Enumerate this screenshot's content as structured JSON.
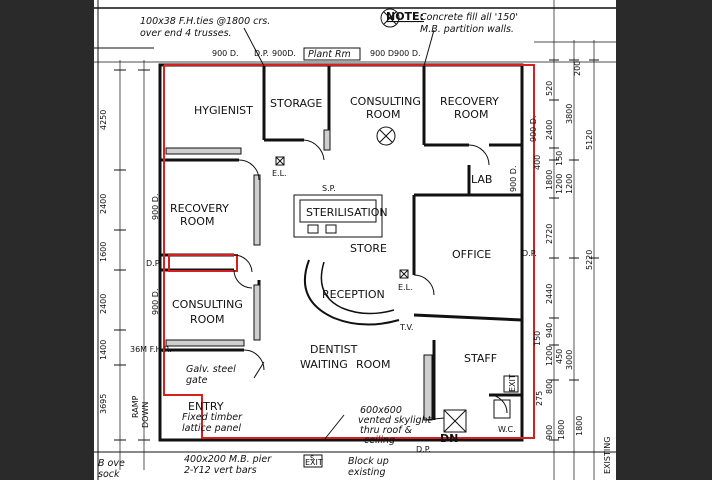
{
  "notes": {
    "ties_line1": "100x38 F.H.ties @1800 crs.",
    "ties_line2": "over end 4 trusses.",
    "note_label": "NOTE:",
    "note_line1": "Concrete fill all '150'",
    "note_line2": "M.B. partition walls.",
    "galv_line1": "Galv. steel",
    "galv_line2": "gate",
    "timber_line1": "Fixed timber",
    "timber_line2": "lattice panel",
    "skylight_line1": "600x600",
    "skylight_line2": "vented skylight",
    "skylight_line3": "thru roof &",
    "skylight_line4": "ceiling",
    "pier_line1": "400x200 M.B. pier",
    "pier_line2": "2-Y12 vert bars",
    "blockup_line1": "Block up",
    "blockup_line2": "existing",
    "dn_label": "DN",
    "ramp_label": "RAMP",
    "down_label": "DOWN",
    "exit_label": "EXIT",
    "exit2_label": "EXIT",
    "ov_label": "B ove",
    "sock_label": "sock",
    "s_label": "s",
    "existing_label": "EXISTING"
  },
  "rooms": {
    "hygienist": "HYGIENIST",
    "storage": "STORAGE",
    "consulting1_l1": "CONSULTING",
    "consulting1_l2": "ROOM",
    "recovery1_l1": "RECOVERY",
    "recovery1_l2": "ROOM",
    "recovery2_l1": "RECOVERY",
    "recovery2_l2": "ROOM",
    "sterilisation": "STERILISATION",
    "lab": "LAB",
    "store": "STORE",
    "office": "OFFICE",
    "reception": "RECEPTION",
    "consulting2_l1": "CONSULTING",
    "consulting2_l2": "ROOM",
    "dentist_l1": "DENTIST",
    "waiting": "WAITING",
    "room_word": "ROOM",
    "staff": "STAFF",
    "entry": "ENTRY",
    "plant_rm": "Plant Rm",
    "wc": "W.C.",
    "tv": "T.V."
  },
  "labels": {
    "el1": "E.L.",
    "el2": "E.L.",
    "sp": "S.P.",
    "dp1": "D.P.",
    "dp2": "D.P.",
    "dp3": "D.P.",
    "dp4": "D.P.",
    "fhr": "36M F.H.R.",
    "d900_1": "900 D.",
    "d900_2": "900D.",
    "d900_3": "900 D.",
    "d900_4": "900 D.",
    "d900_5": "900 D.",
    "d900_6": "900 D.",
    "d900_7": "900 D.",
    "d900_8": "900 D."
  },
  "dims_left": [
    "4250",
    "2400",
    "1600",
    "2400",
    "1400",
    "3695"
  ],
  "dims_right_inner": [
    "520",
    "2400",
    "150",
    "400",
    "1800",
    "1200",
    "2720",
    "2440",
    "940",
    "150",
    "1200",
    "450",
    "800",
    "275",
    "900",
    "1800"
  ],
  "dims_right_outer": [
    "200",
    "3800",
    "5120",
    "1200",
    "5220",
    "3000",
    "1800"
  ]
}
